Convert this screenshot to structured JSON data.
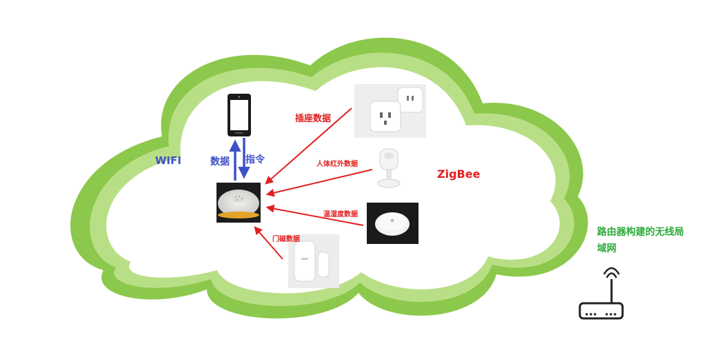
{
  "labels": {
    "wifi": "WIFI",
    "data": "数据",
    "command": "指令",
    "zigbee": "ZigBee",
    "socket_data": "插座数据",
    "pir_data": "人体红外数据",
    "temp_humidity_data": "温湿度数据",
    "door_data": "门磁数据",
    "router_lan_line1": "路由器构建的无线局",
    "router_lan_line2": "域网"
  },
  "colors": {
    "cloud_green": "#8cc84b",
    "cloud_green_light": "#b9df86",
    "arrow_blue": "#3f51c7",
    "arrow_red": "#e02020",
    "label_green": "#2eaa3c"
  },
  "icons": {
    "phone": "smartphone-icon",
    "gateway": "gateway-hub-photo",
    "socket": "smart-socket-photo",
    "pir": "motion-sensor-photo",
    "temp": "temperature-humidity-sensor-photo",
    "door": "door-window-sensor-photo",
    "router": "wifi-router-icon"
  }
}
